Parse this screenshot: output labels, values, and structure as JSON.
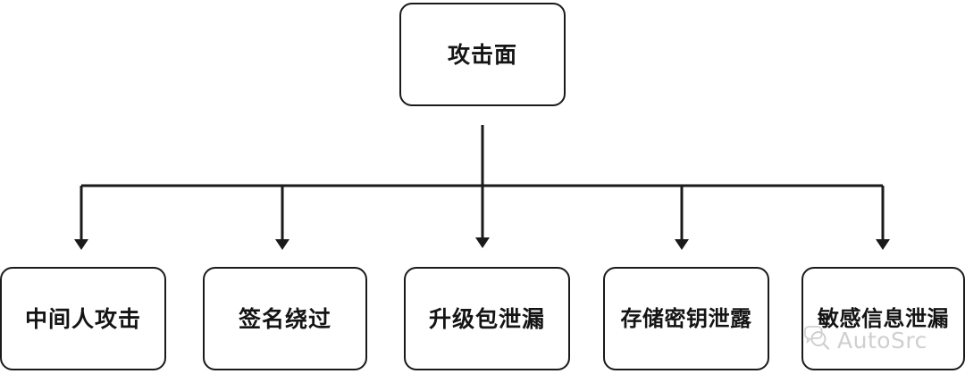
{
  "diagram": {
    "type": "tree",
    "title": "攻击面",
    "orientation": "top-down",
    "root": {
      "label": "攻击面",
      "name": "attack-surface"
    },
    "children": [
      {
        "label": "中间人攻击",
        "name": "man-in-the-middle-attack"
      },
      {
        "label": "签名绕过",
        "name": "signature-bypass"
      },
      {
        "label": "升级包泄漏",
        "name": "upgrade-package-leak"
      },
      {
        "label": "存储密钥泄露",
        "name": "stored-key-leak"
      },
      {
        "label": "敏感信息泄漏",
        "name": "sensitive-information-leak"
      }
    ],
    "colors": {
      "background": "#ffffff",
      "node_fill": "#ffffff",
      "node_border": "#1a1a1a",
      "text": "#141414",
      "connector": "#1a1a1a",
      "watermark": "#8e8e8e"
    }
  },
  "watermark": {
    "text": "AutoSrc",
    "icon": "magnifier-speech-bubble-icon"
  }
}
